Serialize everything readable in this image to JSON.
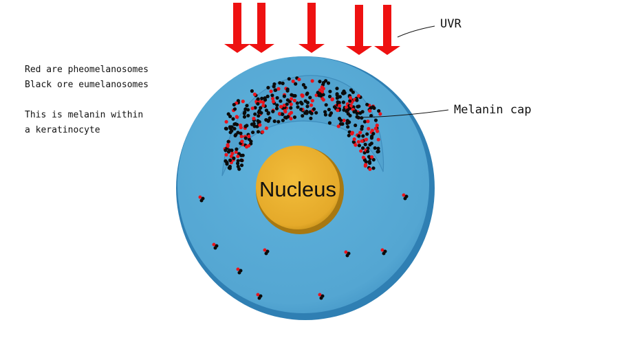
{
  "labels": {
    "uvr": "UVR",
    "melanin_cap": "Melanin cap",
    "nucleus": "Nucleus"
  },
  "notes": {
    "line1": "Red are pheomelanosomes",
    "line2": "Black ore eumelanosomes",
    "line3": "This is melanin within",
    "line4": "a keratinocyte"
  },
  "colors": {
    "cell": "#57a9d3",
    "cell_edge": "#2f82b8",
    "cap": "#5aaad6",
    "nucleus": "#ebb22f",
    "nucleus_edge": "#b88412",
    "uv_arrow": "#ee1111",
    "pheomelanosome": "#e8141c",
    "eumelanosome": "#0b0b0b"
  },
  "icons": {
    "uv_arrows": "down-arrow-icon",
    "melanosome_cluster": "melanosome-dots-icon"
  }
}
